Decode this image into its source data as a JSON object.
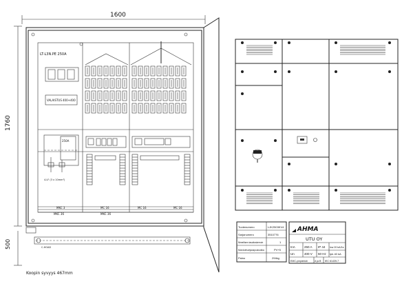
{
  "dimensions": {
    "width_label": "1600",
    "height_label": "1760",
    "base_label": "500",
    "depth_note": "Koopin syvyys 467mm"
  },
  "front": {
    "main_breaker_label": "LT-L3N.PE 250A",
    "lighting_label": "VALAISTUS",
    "lighting_value": "400+400",
    "fuse_label": "250A",
    "cable_note": "4.LF (3 x 10mm²)",
    "bottom_labels": [
      "MKC 3",
      "MC 16",
      "MC 16",
      "MC 16",
      "MKC 36",
      "MKC 36"
    ],
    "gland_label": "C-HOAD"
  },
  "nameplate": {
    "rows": [
      {
        "label": "Tuotenumero",
        "value": "LJK2503KV4"
      },
      {
        "label": "Sarjanumero",
        "value": "3510776"
      },
      {
        "label": "Nimellisen tasoituskerroin",
        "value": "1"
      },
      {
        "label": "Mondoelsuhjauspuuluokka",
        "value": "PV+5"
      },
      {
        "label": "Paino",
        "value": "294kg"
      }
    ],
    "brand": "AHMA",
    "model": "UTU OY",
    "specs": [
      [
        "InA",
        "250 A",
        "IP 44",
        "Icw 20 kA/1s"
      ],
      [
        "Un",
        "400 V",
        "50 Hz",
        "Ipk 40 kA"
      ],
      [
        "EMC-ympäristö",
        "A ja B",
        "IEC 61439-7"
      ]
    ]
  }
}
